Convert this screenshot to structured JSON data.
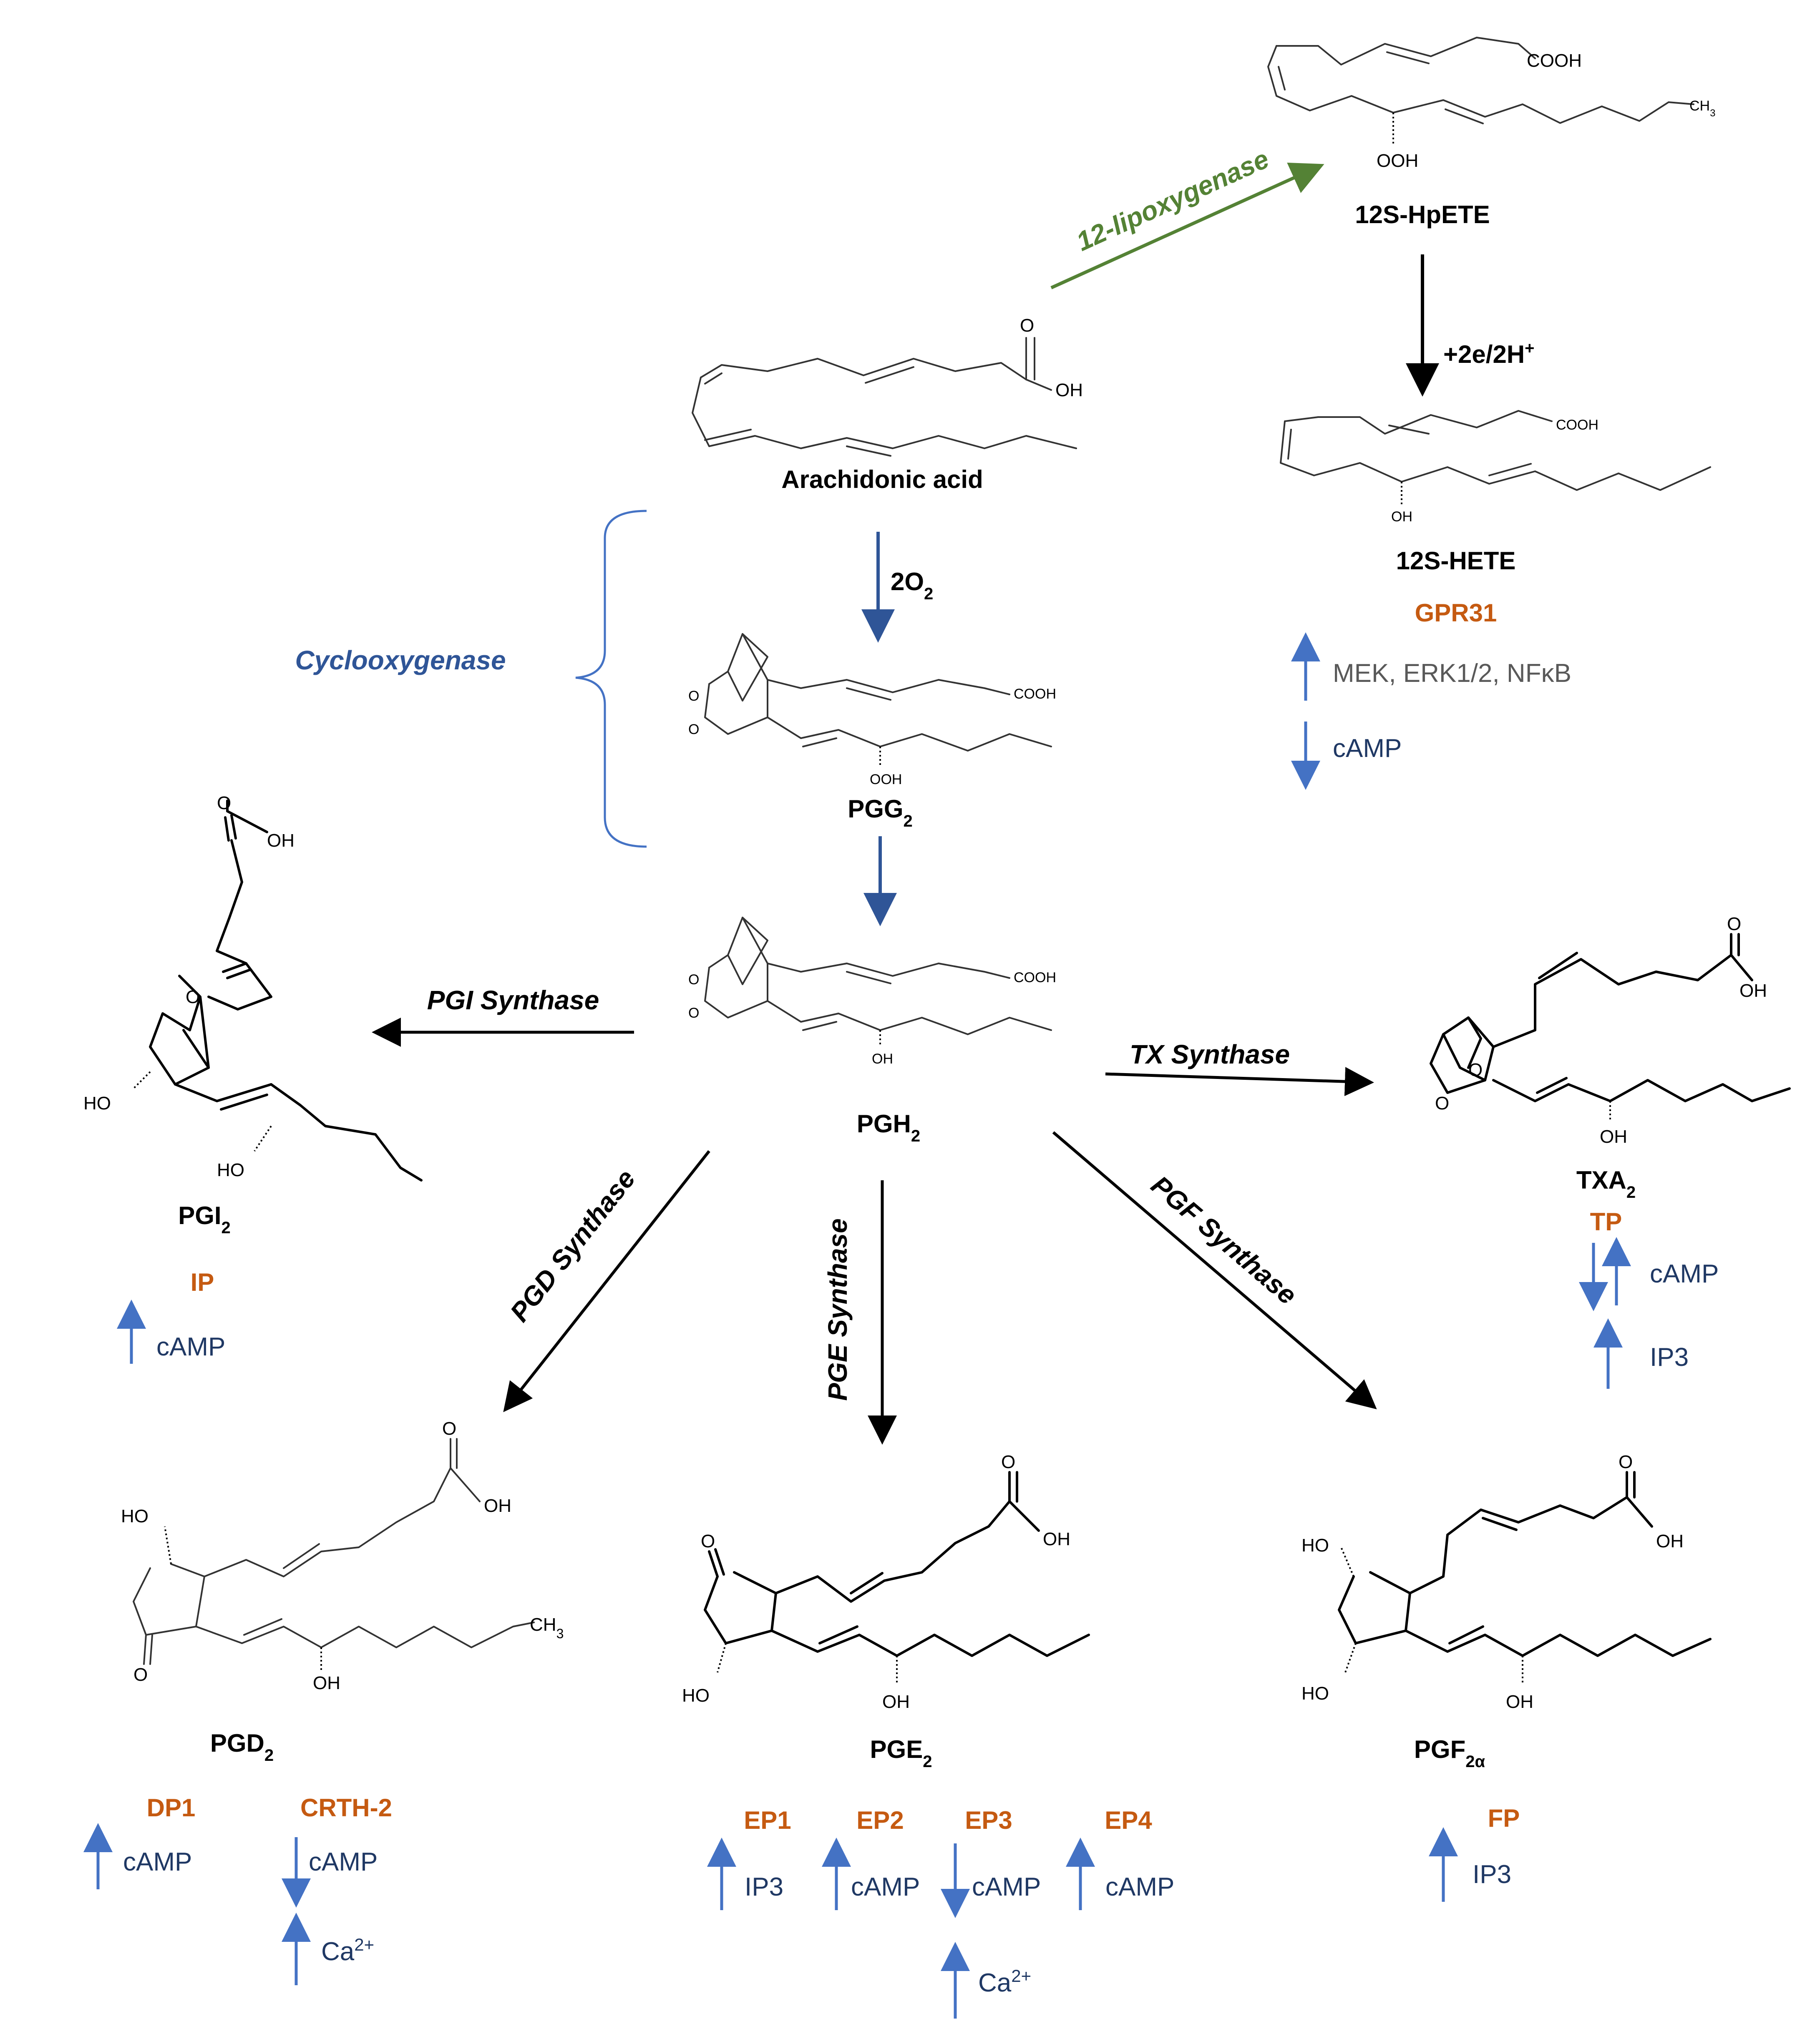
{
  "colors": {
    "reaction_arrow": "#000000",
    "cox_arrow": "#2f5597",
    "lox_arrow": "#548235",
    "receptor": "#c55a11",
    "messenger": "#1f3864",
    "signal_arrow": "#4472c4",
    "cox_label": "#2f5597",
    "bracket": "#4472c4",
    "gray_text": "#595959"
  },
  "compounds": {
    "arachidonic_acid": "Arachidonic acid",
    "hpete": "12S-HpETE",
    "hete": "12S-HETE",
    "pgg2": {
      "base": "PGG",
      "sub": "2"
    },
    "pgh2": {
      "base": "PGH",
      "sub": "2"
    },
    "pgi2": {
      "base": "PGI",
      "sub": "2"
    },
    "txa2": {
      "base": "TXA",
      "sub": "2"
    },
    "pgd2": {
      "base": "PGD",
      "sub": "2"
    },
    "pge2": {
      "base": "PGE",
      "sub": "2"
    },
    "pgf2a": {
      "base": "PGF",
      "sub": "2α"
    }
  },
  "enzymes": {
    "lipoxygenase": "12-lipoxygenase",
    "cyclooxygenase": "Cyclooxygenase",
    "pgi_synthase": "PGI Synthase",
    "tx_synthase": "TX Synthase",
    "pgd_synthase": "PGD Synthase",
    "pge_synthase": "PGE Synthase",
    "pgf_synthase": "PGF Synthase"
  },
  "reagents": {
    "reduction": {
      "base": "+2e/2H",
      "sup": "+"
    },
    "oxygen": {
      "base": "2O",
      "sub": "2"
    }
  },
  "atoms": {
    "cooh": "COOH",
    "oh": "OH",
    "ho": "HO",
    "ooh": "OOH",
    "o": "O",
    "ch3": {
      "base": "CH",
      "sub": "3"
    }
  },
  "signaling": {
    "gpr31": {
      "receptor": "GPR31",
      "up": "MEK, ERK1/2, NFκB",
      "down": "cAMP"
    },
    "ip": {
      "receptor": "IP",
      "up": "cAMP"
    },
    "tp": {
      "receptor": "TP",
      "camp": "cAMP",
      "ip3": "IP3"
    },
    "dp1": {
      "receptor": "DP1",
      "up": "cAMP"
    },
    "crth2": {
      "receptor": "CRTH-2",
      "down": "cAMP",
      "up_base": "Ca",
      "up_sup": "2+"
    },
    "ep1": {
      "receptor": "EP1",
      "up": "IP3"
    },
    "ep2": {
      "receptor": "EP2",
      "up": "cAMP"
    },
    "ep3": {
      "receptor": "EP3",
      "down": "cAMP",
      "up_base": "Ca",
      "up_sup": "2+"
    },
    "ep4": {
      "receptor": "EP4",
      "up": "cAMP"
    },
    "fp": {
      "receptor": "FP",
      "up": "IP3"
    }
  }
}
